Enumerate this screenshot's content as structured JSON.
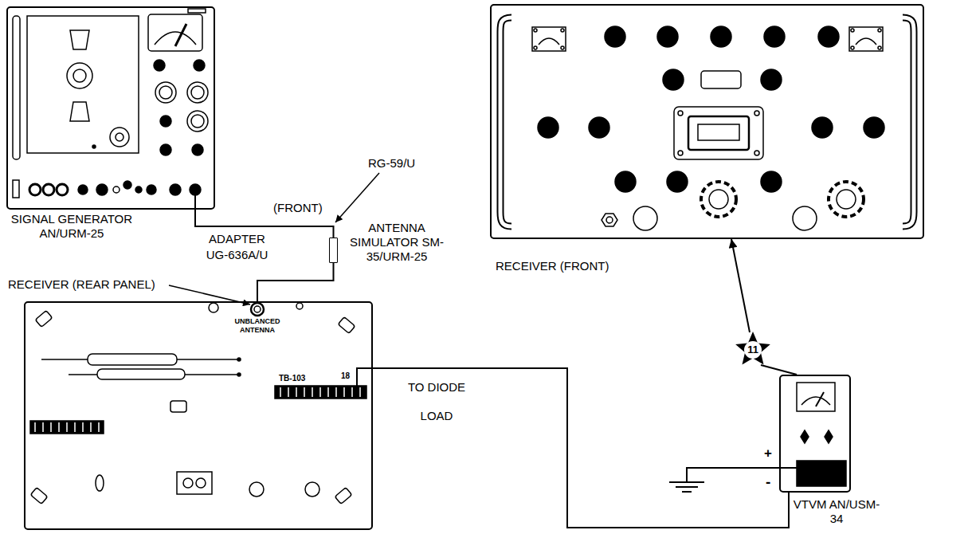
{
  "diagram": {
    "nodes": [
      {
        "text": [
          "SIGNAL GENERATOR AN/URM-25"
        ]
      },
      {
        "text": [
          "RECEIVER (FRONT)"
        ]
      },
      {
        "text": [
          "ANTENNA SIMULATOR SM-35/URM-25"
        ]
      },
      {
        "text": [
          "RECEIVER (REAR PANEL)"
        ]
      },
      {
        "text": [
          "11"
        ]
      },
      {
        "text": [
          "VTVM AN/USM-34"
        ]
      }
    ],
    "edges": [
      {
        "from": 0,
        "to": 2,
        "arrow": "none"
      },
      {
        "from": 2,
        "to": 3,
        "arrow": "none"
      },
      {
        "from": 3,
        "to": 5,
        "arrow": "none",
        "label": "TO DIODE LOAD"
      },
      {
        "from": 4,
        "to": 1,
        "arrow": "to"
      },
      {
        "from": 4,
        "to": 5,
        "arrow": "none"
      }
    ],
    "labels": [
      "RG-59/U",
      "(FRONT)",
      "ADAPTER UG-636A/U",
      "UNBLANCED ANTENNA",
      "TB-103",
      "18",
      "+",
      "-"
    ]
  }
}
